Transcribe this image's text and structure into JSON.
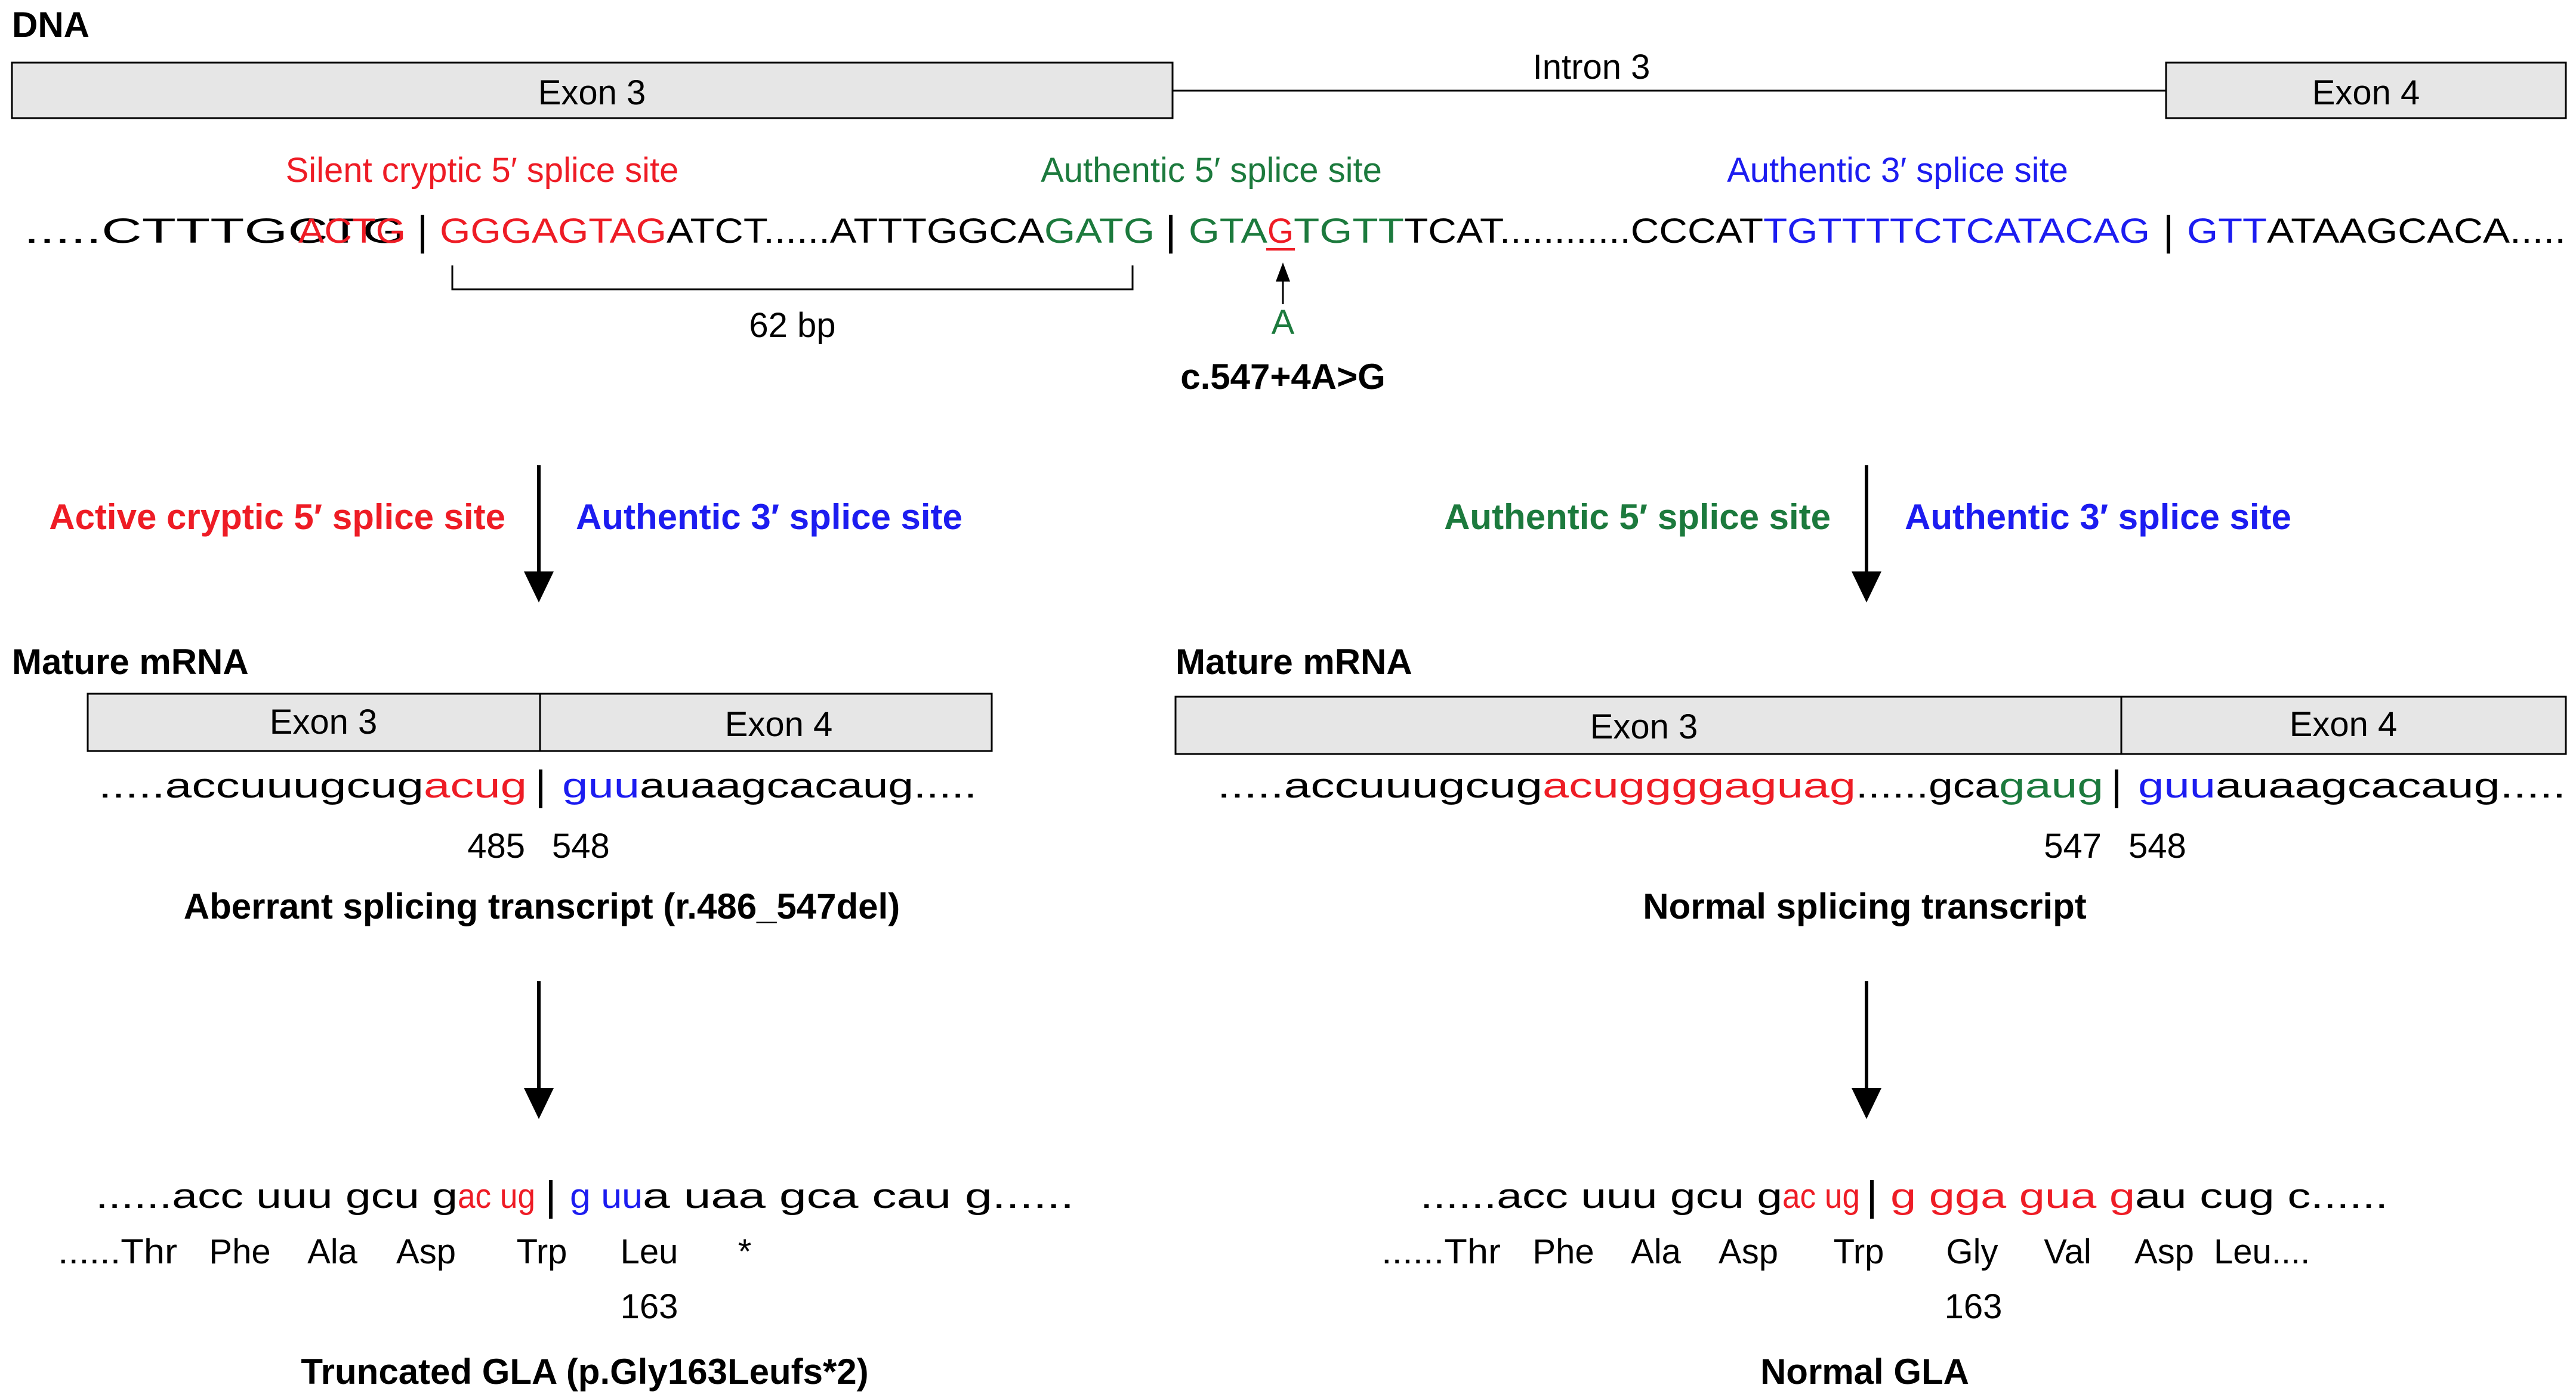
{
  "colors": {
    "red": "#ee1c25",
    "green": "#1c7a3d",
    "blue": "#1c1cf0",
    "black": "#000000",
    "box_fill": "#e6e6e6"
  },
  "dna": {
    "title": "DNA",
    "exon3": "Exon 3",
    "intron3": "Intron 3",
    "exon4": "Exon 4",
    "label_cryptic": "Silent cryptic 5′ splice site",
    "label_auth5": "Authentic 5′ splice site",
    "label_auth3": "Authentic 3′ splice site",
    "seq": {
      "s1": ".....CTTTGCTG",
      "s2": "ACTG",
      "s3": "GGGAGTAG",
      "s4": "ATCT......ATTTGGCA",
      "s5": "GATG",
      "s6": "GTA",
      "s7": "G",
      "s8": "TGTT",
      "s9": "TCAT............CCCAT",
      "s10": "TGTTTTCTCATACAG",
      "s11": "GTT",
      "s12": "ATAAGCACA....."
    },
    "span": "62 bp",
    "mut_base": "A",
    "mutation": "c.547+4A>G"
  },
  "left": {
    "label_cryptic": "Active cryptic 5′ splice site",
    "label_auth3": "Authentic 3′ splice site",
    "mrna_title": "Mature mRNA",
    "exon3": "Exon 3",
    "exon4": "Exon 4",
    "seq": {
      "a": ".....accuuugcug",
      "b": "acug",
      "c": "guu",
      "d": "auaagcacaug....."
    },
    "pos_left": "485",
    "pos_right": "548",
    "transcript": "Aberrant splicing transcript (r.486_547del)",
    "codons": {
      "a": "......acc uuu gcu g",
      "b": "ac ug",
      "c": "g uu",
      "d": "a uaa gca cau g......"
    },
    "aa": {
      "p1": "......Thr",
      "p2": "Phe",
      "p3": "Ala",
      "p4": "Asp",
      "p5": "Trp",
      "p6": "Leu",
      "p7": "*"
    },
    "aa_pos": "163",
    "protein": "Truncated GLA (p.Gly163Leufs*2)"
  },
  "right": {
    "label_auth5": "Authentic 5′ splice site",
    "label_auth3": "Authentic 3′ splice site",
    "mrna_title": "Mature mRNA",
    "exon3": "Exon 3",
    "exon4": "Exon 4",
    "seq": {
      "a": ".....accuuugcug",
      "b": "acuggggaguag",
      "c": "......gca",
      "d": "gaug",
      "e": "guu",
      "f": "auaagcacaug....."
    },
    "pos_left": "547",
    "pos_right": "548",
    "transcript": "Normal splicing transcript",
    "codons": {
      "a": "......acc uuu gcu g",
      "b": "ac ug",
      "c": "g gga gua g",
      "d": "au cug c......"
    },
    "aa": {
      "p1": "......Thr",
      "p2": "Phe",
      "p3": "Ala",
      "p4": "Asp",
      "p5": "Trp",
      "p6": "Gly",
      "p7": "Val",
      "p8": "Asp",
      "p9": "Leu...."
    },
    "aa_pos": "163",
    "protein": "Normal GLA"
  }
}
